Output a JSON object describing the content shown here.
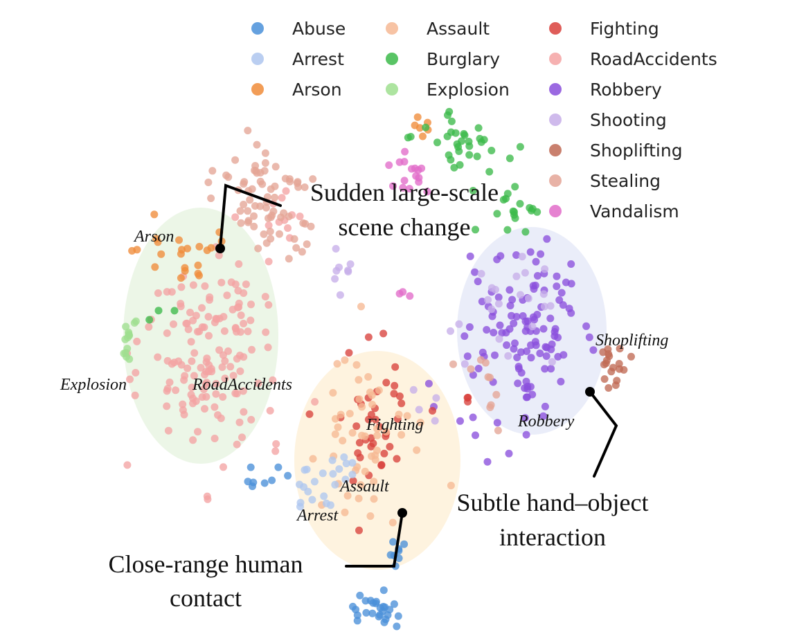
{
  "chart_data": {
    "type": "scatter",
    "title": "",
    "xlabel": "",
    "ylabel": "",
    "grid": false,
    "legend_position": "top-right",
    "series": [
      {
        "name": "Abuse",
        "color": "#4a90d9"
      },
      {
        "name": "Arrest",
        "color": "#aec6ef"
      },
      {
        "name": "Arson",
        "color": "#f08c3a"
      },
      {
        "name": "Assault",
        "color": "#f6b894"
      },
      {
        "name": "Burglary",
        "color": "#3cba4a"
      },
      {
        "name": "Explosion",
        "color": "#9fdf8f"
      },
      {
        "name": "Fighting",
        "color": "#d9413c"
      },
      {
        "name": "RoadAccidents",
        "color": "#f4a3a3"
      },
      {
        "name": "Robbery",
        "color": "#8a4fdc"
      },
      {
        "name": "Shooting",
        "color": "#c7aee9"
      },
      {
        "name": "Shoplifting",
        "color": "#c06a55"
      },
      {
        "name": "Stealing",
        "color": "#e4a596"
      },
      {
        "name": "Vandalism",
        "color": "#e26cc9"
      }
    ],
    "cluster_annotations": [
      "Arson",
      "Explosion",
      "RoadAccidents",
      "Fighting",
      "Assault",
      "Arrest",
      "Shoplifting",
      "Robbery"
    ],
    "callouts": [
      {
        "lines": [
          "Sudden large-scale",
          "scene change"
        ]
      },
      {
        "lines": [
          "Subtle hand–object",
          "interaction"
        ]
      },
      {
        "lines": [
          "Close-range human",
          "contact"
        ]
      }
    ]
  }
}
